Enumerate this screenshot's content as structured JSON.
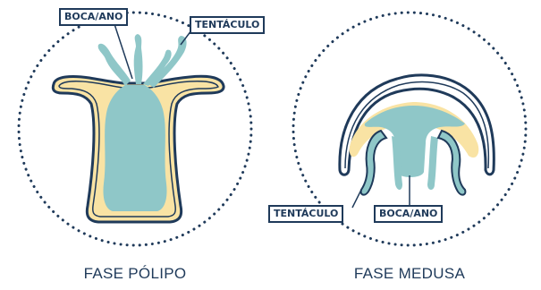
{
  "colors": {
    "outline": "#1f3a5a",
    "body_fill": "#8fc7c8",
    "tissue_fill": "#f9e3a4",
    "background": "#ffffff"
  },
  "polyp": {
    "label_mouth": "BOCA/ANO",
    "label_tentacle": "TENTÁCULO",
    "caption": "FASE PÓLIPO"
  },
  "medusa": {
    "label_tentacle": "TENTÁCULO",
    "label_mouth": "BOCA/ANO",
    "caption": "FASE MEDUSA"
  }
}
